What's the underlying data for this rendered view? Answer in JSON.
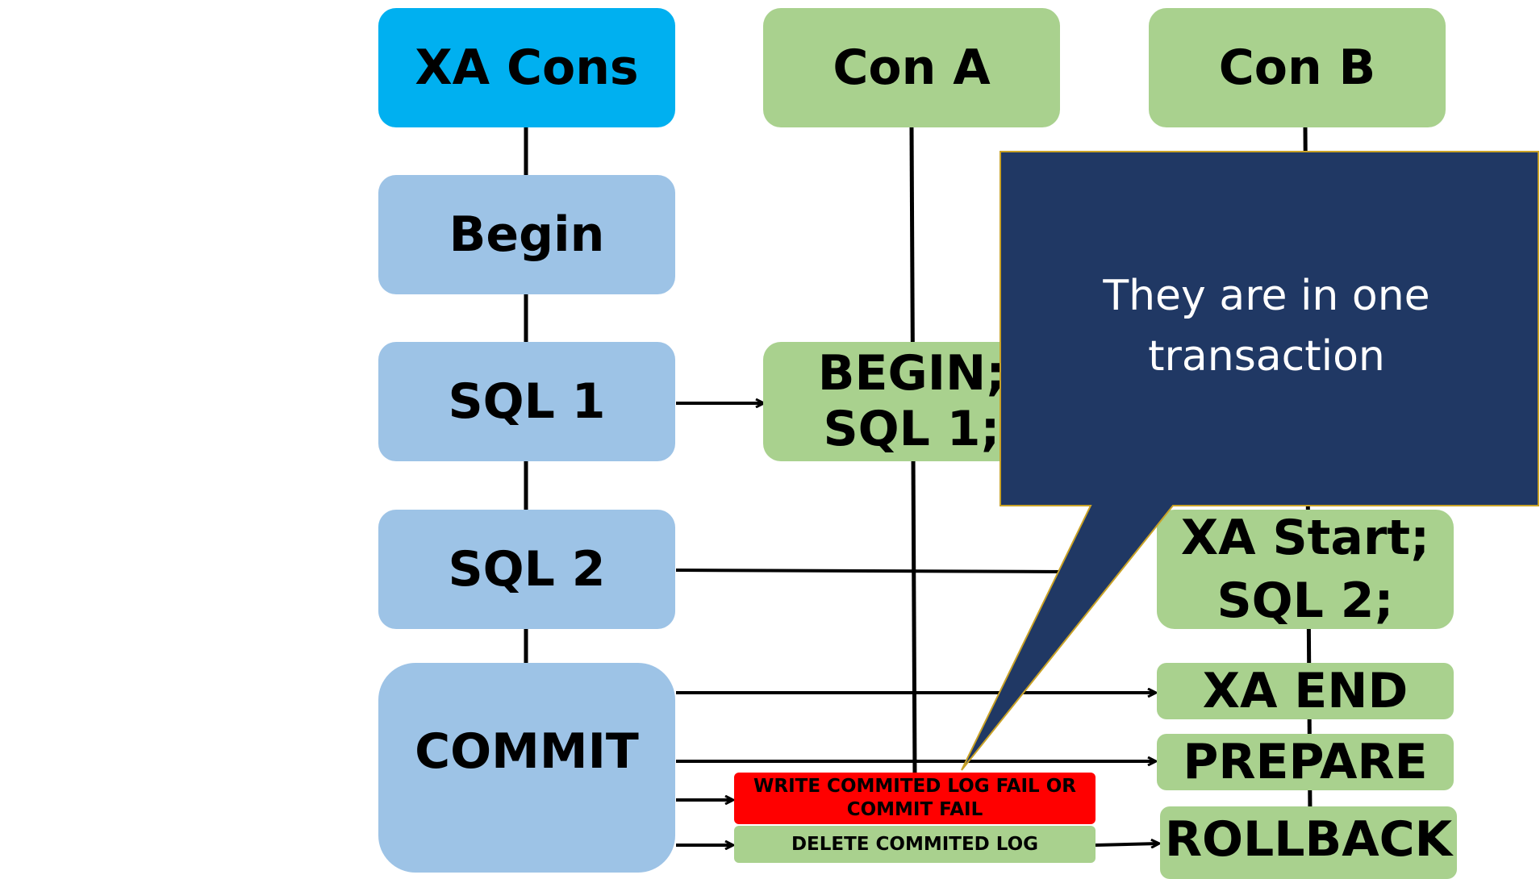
{
  "colors": {
    "header_xa": "#00b0f0",
    "xa_step": "#9dc3e6",
    "connection": "#a9d18e",
    "fail": "#ff0000",
    "callout": "#203864",
    "callout_border": "#c9a227",
    "line": "#000000"
  },
  "columns": {
    "xa_cons": "XA Cons",
    "con_a": "Con A",
    "con_b": "Con B"
  },
  "xa_steps": {
    "begin": "Begin",
    "sql1": "SQL 1",
    "sql2": "SQL 2",
    "commit": "COMMIT"
  },
  "con_a": {
    "begin_line1": "BEGIN;",
    "begin_line2": "SQL 1;",
    "fail_line1": "WRITE COMMITED LOG FAIL OR",
    "fail_line2": "COMMIT FAIL",
    "delete_log": "DELETE COMMITED LOG"
  },
  "con_b": {
    "start_line1": "XA Start;",
    "start_line2": "SQL 2;",
    "xa_end": "XA END",
    "prepare": "PREPARE",
    "rollback": "ROLLBACK"
  },
  "callout": {
    "line1": "They are in one",
    "line2": "transaction"
  }
}
